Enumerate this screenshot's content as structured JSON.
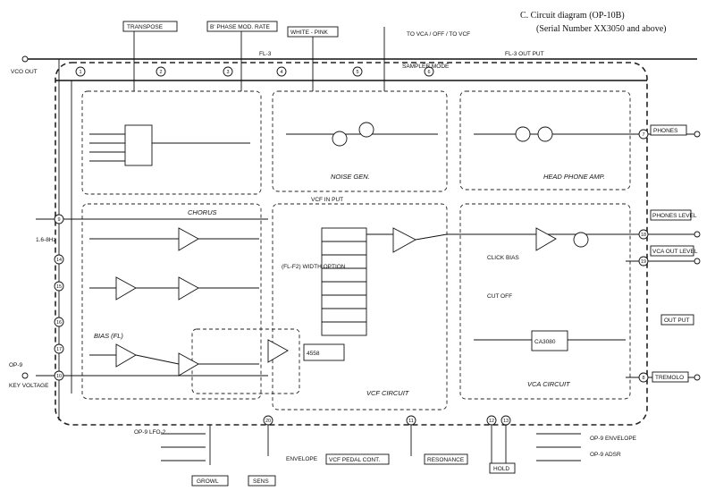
{
  "header": {
    "title": "C. Circuit diagram (OP-10B)",
    "subtitle": "(Serial Number XX3050 and above)"
  },
  "labels": {
    "transpose": "TRANSPOSE",
    "phase_mod_rate": "B' PHASE MOD. RATE",
    "white_pink": "WHITE - PINK",
    "to_vca_off_to_vcf": "TO VCA / OFF / TO VCF",
    "fl3_out_put": "FL-3 OUT PUT",
    "sampler_mode": "SAMPLER MODE",
    "noise_gen": "NOISE GEN.",
    "head_phone_amp": "HEAD PHONE AMP.",
    "phones": "PHONES",
    "phones_level": "PHONES LEVEL",
    "vca_out_level": "VCA OUT LEVEL",
    "out_put": "OUT PUT",
    "tremolo": "TREMOLO",
    "chorus": "CHORUS",
    "bias_fl": "BIAS (FL)",
    "vcf_circuit": "VCF CIRCUIT",
    "vca_circuit": "VCA CIRCUIT",
    "vcf_in_put": "VCF IN PUT",
    "vco_out": "VCO OUT",
    "key_voltage": "KEY VOLTAGE",
    "growl": "GROWL",
    "sens": "SENS",
    "vcf_pedal_cont": "VCF PEDAL CONT.",
    "resonance": "RESONANCE",
    "hold": "HOLD",
    "envelope": "ENVELOPE",
    "op9_envelope": "OP-9 ENVELOPE",
    "op9_adsr": "OP-9 ADSR",
    "op9": "OP-9",
    "op9_lfo2": "OP-9 LFO-2",
    "click_bias": "CLICK BIAS",
    "cut_off": "CUT OFF",
    "fl3": "FL-3",
    "option": "(FL-F2) WIDTH OPTION",
    "ic_ca3080": "CA3080",
    "ic_4558": "4558",
    "lfo_wave": "1.6-8Hz"
  },
  "pins": [
    "1",
    "2",
    "3",
    "4",
    "5",
    "6",
    "7",
    "8",
    "9",
    "10",
    "11",
    "12",
    "13",
    "14",
    "15",
    "16",
    "17",
    "18",
    "19",
    "20"
  ],
  "colors": {
    "ink": "#111111",
    "paper": "#ffffff"
  }
}
